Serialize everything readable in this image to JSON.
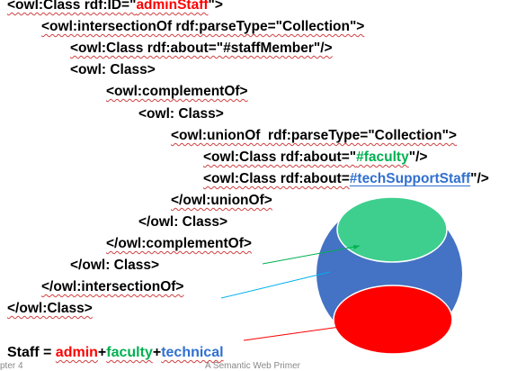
{
  "lines": [
    {
      "prefix": "<owl:Class rdf:ID=\"",
      "value": "adminStaff",
      "suffix": "\">"
    },
    {
      "text": "<owl:intersectionOf rdf:parseType=\"Collection\">"
    },
    {
      "text": "<owl:Class rdf:about=\"#staffMember\"/>"
    },
    {
      "text": "<owl: Class>"
    },
    {
      "text": "<owl:complementOf>"
    },
    {
      "text": "<owl: Class>"
    },
    {
      "text": "<owl:unionOf  rdf:parseType=\"Collection\">"
    },
    {
      "prefix": "<owl:Class rdf:about=\"",
      "value": "#faculty",
      "suffix": "\"/>"
    },
    {
      "prefix": "<owl:Class rdf:about=",
      "value": "#techSupportStaff",
      "suffix": "\"/>"
    },
    {
      "text": "</owl:unionOf>"
    },
    {
      "text": "</owl: Class>"
    },
    {
      "text": "</owl:complementOf>"
    },
    {
      "text": "</owl: Class>"
    },
    {
      "text": "</owl:intersectionOf>"
    },
    {
      "text": "</owl:Class>"
    }
  ],
  "formula": {
    "lhs": "Staff = ",
    "admin": "admin",
    "plus1": "+",
    "faculty": "faculty",
    "plus2": "+",
    "technical": "technical"
  },
  "footer": {
    "left": "pter 4",
    "center": "A Semantic Web Primer"
  },
  "colors": {
    "outer_circle": "#4472c4",
    "faculty_ellipse": "#3ecf8e",
    "tech_ellipse": "#ff0000",
    "arrow_green": "#00b050",
    "arrow_cyan": "#00b0f0",
    "arrow_red": "#ff0000"
  }
}
